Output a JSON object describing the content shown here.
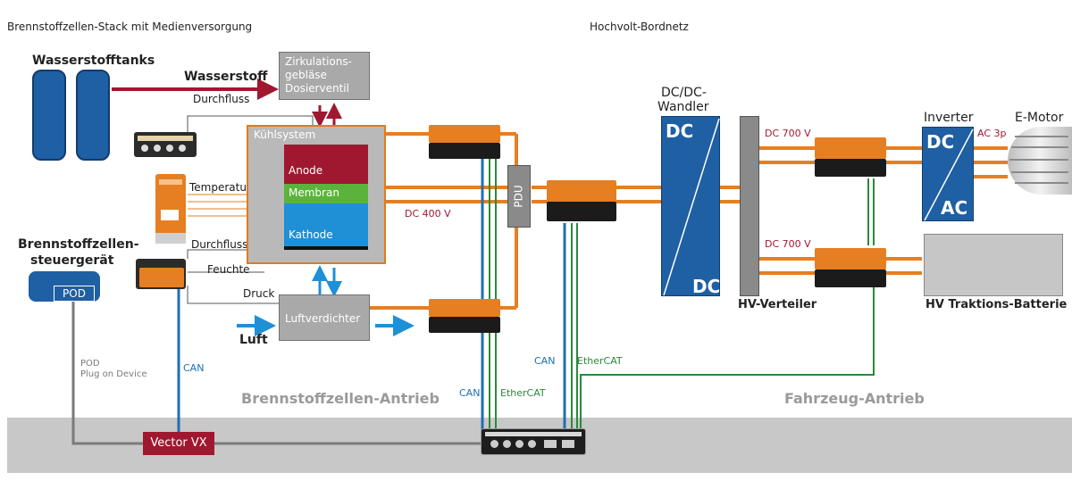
{
  "headers": {
    "left": "Brennstoffzellen-Stack mit Medienversorgung",
    "right": "Hochvolt-Bordnetz"
  },
  "labels": {
    "wasserstofftanks": "Wasserstofftanks",
    "wasserstoff": "Wasserstoff",
    "durchfluss_top": "Durchfluss",
    "temperatur": "Temperatur",
    "durchfluss_mid": "Durchfluss",
    "feuchte": "Feuchte",
    "druck": "Druck",
    "luft": "Luft",
    "steuergeraet_line1": "Brennstoffzellen-",
    "steuergeraet_line2": "steuergerät",
    "pod": "POD",
    "pod_note_line1": "POD",
    "pod_note_line2": "Plug on Device",
    "can_left": "CAN",
    "can_mid": "CAN",
    "ethercat_mid": "EtherCAT",
    "can_pdu": "CAN",
    "ethercat_pdu": "EtherCAT",
    "dc400": "DC 400 V",
    "dc700_top": "DC 700 V",
    "dc700_bot": "DC 700 V",
    "ac3p": "AC 3p",
    "dcdc_line1": "DC/DC-",
    "dcdc_line2": "Wandler",
    "dc_top": "DC",
    "dc_bottom": "DC",
    "hv_verteiler": "HV-Verteiler",
    "inverter": "Inverter",
    "inv_dc": "DC",
    "inv_ac": "AC",
    "emotor": "E-Motor",
    "hv_batterie": "HV Traktions-Batterie",
    "pdu": "PDU",
    "vector_vx": "Vector VX",
    "fc_drive": "Brennstoffzellen-Antrieb",
    "vehicle_drive": "Fahrzeug-Antrieb"
  },
  "fuel_cell": {
    "kuehlsystem": "Kühlsystem",
    "anode": "Anode",
    "membran": "Membran",
    "kathode": "Kathode"
  },
  "devices": {
    "zirkulation_line1": "Zirkulations-",
    "zirkulation_line2": "gebläse",
    "zirkulation_line3": "Dosierventil",
    "luftverdichter": "Luftverdichter"
  },
  "colors": {
    "orange": "#e67e22",
    "red": "#a0182f",
    "blue": "#1f6fb3",
    "green": "#2a8a3a",
    "anode": "#a0182f",
    "membran": "#5bb33b",
    "kathode": "#1f8fd6"
  }
}
